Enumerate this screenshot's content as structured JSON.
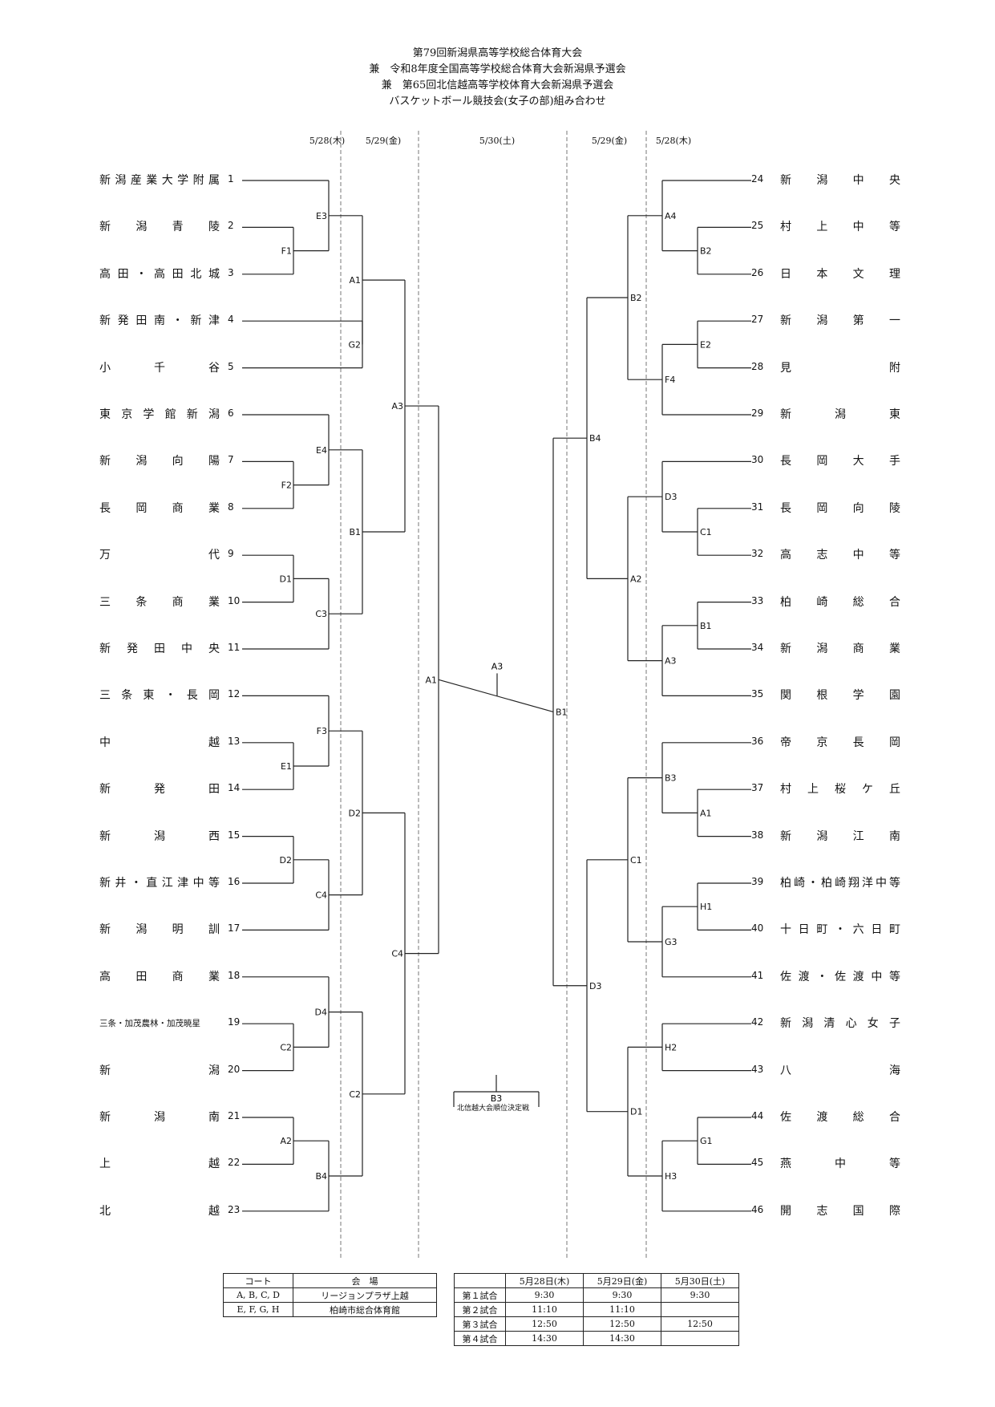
{
  "header": {
    "line1": "第79回新潟県高等学校総合体育大会",
    "line2": "兼　令和8年度全国高等学校総合体育大会新潟県予選会",
    "line3": "兼　第65回北信越高等学校体育大会新潟県予選会",
    "line4": "バスケットボール競技会(女子の部)組み合わせ"
  },
  "dates": {
    "left_r1": "5/28(木)",
    "left_r2": "5/29(金)",
    "center": "5/30(土)",
    "right_r2": "5/29(金)",
    "right_r1": "5/28(木)"
  },
  "teams_left": [
    {
      "num": "1",
      "name": "新潟産業大学附属"
    },
    {
      "num": "2",
      "name": "新潟青陵"
    },
    {
      "num": "3",
      "name": "高田・高田北城"
    },
    {
      "num": "4",
      "name": "新発田南・新津"
    },
    {
      "num": "5",
      "name": "小千谷"
    },
    {
      "num": "6",
      "name": "東京学館新潟"
    },
    {
      "num": "7",
      "name": "新潟向陽"
    },
    {
      "num": "8",
      "name": "長岡商業"
    },
    {
      "num": "9",
      "name": "万代"
    },
    {
      "num": "10",
      "name": "三条商業"
    },
    {
      "num": "11",
      "name": "新発田中央"
    },
    {
      "num": "12",
      "name": "三条東・長岡"
    },
    {
      "num": "13",
      "name": "中越"
    },
    {
      "num": "14",
      "name": "新発田"
    },
    {
      "num": "15",
      "name": "新潟西"
    },
    {
      "num": "16",
      "name": "新井・直江津中等"
    },
    {
      "num": "17",
      "name": "新潟明訓"
    },
    {
      "num": "18",
      "name": "高田商業"
    },
    {
      "num": "19",
      "name": "三条・加茂農林・加茂暁星"
    },
    {
      "num": "20",
      "name": "新潟"
    },
    {
      "num": "21",
      "name": "新潟南"
    },
    {
      "num": "22",
      "name": "上越"
    },
    {
      "num": "23",
      "name": "北越"
    }
  ],
  "teams_right": [
    {
      "num": "24",
      "name": "新潟中央"
    },
    {
      "num": "25",
      "name": "村上中等"
    },
    {
      "num": "26",
      "name": "日本文理"
    },
    {
      "num": "27",
      "name": "新潟第一"
    },
    {
      "num": "28",
      "name": "見附"
    },
    {
      "num": "29",
      "name": "新潟東"
    },
    {
      "num": "30",
      "name": "長岡大手"
    },
    {
      "num": "31",
      "name": "長岡向陵"
    },
    {
      "num": "32",
      "name": "高志中等"
    },
    {
      "num": "33",
      "name": "柏崎総合"
    },
    {
      "num": "34",
      "name": "新潟商業"
    },
    {
      "num": "35",
      "name": "関根学園"
    },
    {
      "num": "36",
      "name": "帝京長岡"
    },
    {
      "num": "37",
      "name": "村上桜ケ丘"
    },
    {
      "num": "38",
      "name": "新潟江南"
    },
    {
      "num": "39",
      "name": "柏崎・柏崎翔洋中等"
    },
    {
      "num": "40",
      "name": "十日町・六日町"
    },
    {
      "num": "41",
      "name": "佐渡・佐渡中等"
    },
    {
      "num": "42",
      "name": "新潟清心女子"
    },
    {
      "num": "43",
      "name": "八海"
    },
    {
      "num": "44",
      "name": "佐渡総合"
    },
    {
      "num": "45",
      "name": "燕中等"
    },
    {
      "num": "46",
      "name": "開志国際"
    }
  ],
  "match_labels": {
    "F1": "F1",
    "E3": "E3",
    "G2": "G2",
    "A1": "A1",
    "F2": "F2",
    "E4": "E4",
    "D1": "D1",
    "C3": "C3",
    "B1": "B1",
    "A3": "A3",
    "E1": "E1",
    "F3": "F3",
    "D2": "D2",
    "C4": "C4",
    "C2": "C2",
    "A2": "A2",
    "B4": "B4",
    "B2": "B2",
    "H1": "H1",
    "G3": "G3",
    "C1": "C1",
    "H2": "H2",
    "G1": "G1",
    "H3": "H3",
    "A4": "A4",
    "E2": "E2",
    "F4": "F4",
    "D3": "D3",
    "B3": "B3",
    "D4": "D4"
  },
  "final": {
    "label": "A3"
  },
  "third_place": {
    "label": "B3",
    "note": "北信越大会順位決定戦"
  },
  "venues": {
    "header": [
      "コート",
      "会　場"
    ],
    "rows": [
      [
        "A, B, C, D",
        "リージョンプラザ上越"
      ],
      [
        "E, F, G, H",
        "柏崎市総合体育館"
      ]
    ]
  },
  "schedule": {
    "header": [
      "",
      "5月28日(木)",
      "5月29日(金)",
      "5月30日(土)"
    ],
    "rows": [
      [
        "第１試合",
        "9:30",
        "9:30",
        "9:30"
      ],
      [
        "第２試合",
        "11:10",
        "11:10",
        ""
      ],
      [
        "第３試合",
        "12:50",
        "12:50",
        "12:50"
      ],
      [
        "第４試合",
        "14:30",
        "14:30",
        ""
      ]
    ]
  }
}
